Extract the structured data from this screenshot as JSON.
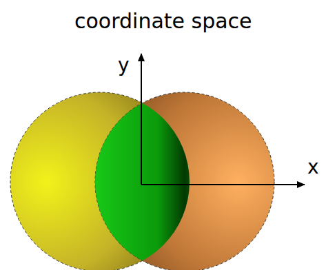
{
  "diagram": {
    "title": "coordinate space",
    "labels": [
      "y",
      "x"
    ]
  }
}
